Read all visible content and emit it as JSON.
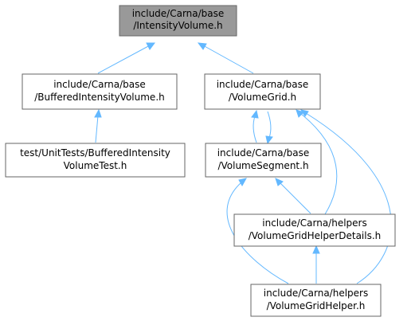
{
  "graph": {
    "nodes": {
      "intensity_volume": [
        "include/Carna/base",
        "/IntensityVolume.h"
      ],
      "buffered_intensity_volume": [
        "include/Carna/base",
        "/BufferedIntensityVolume.h"
      ],
      "volume_grid": [
        "include/Carna/base",
        "/VolumeGrid.h"
      ],
      "buffered_intensity_volume_test": [
        "test/UnitTests/BufferedIntensity",
        "VolumeTest.h"
      ],
      "volume_segment": [
        "include/Carna/base",
        "/VolumeSegment.h"
      ],
      "volume_grid_helper_details": [
        "include/Carna/helpers",
        "/VolumeGridHelperDetails.h"
      ],
      "volume_grid_helper": [
        "include/Carna/helpers",
        "/VolumeGridHelper.h"
      ]
    },
    "edge_color": "#63b8ff",
    "root_fill": "#999999",
    "node_border": "#666666"
  }
}
